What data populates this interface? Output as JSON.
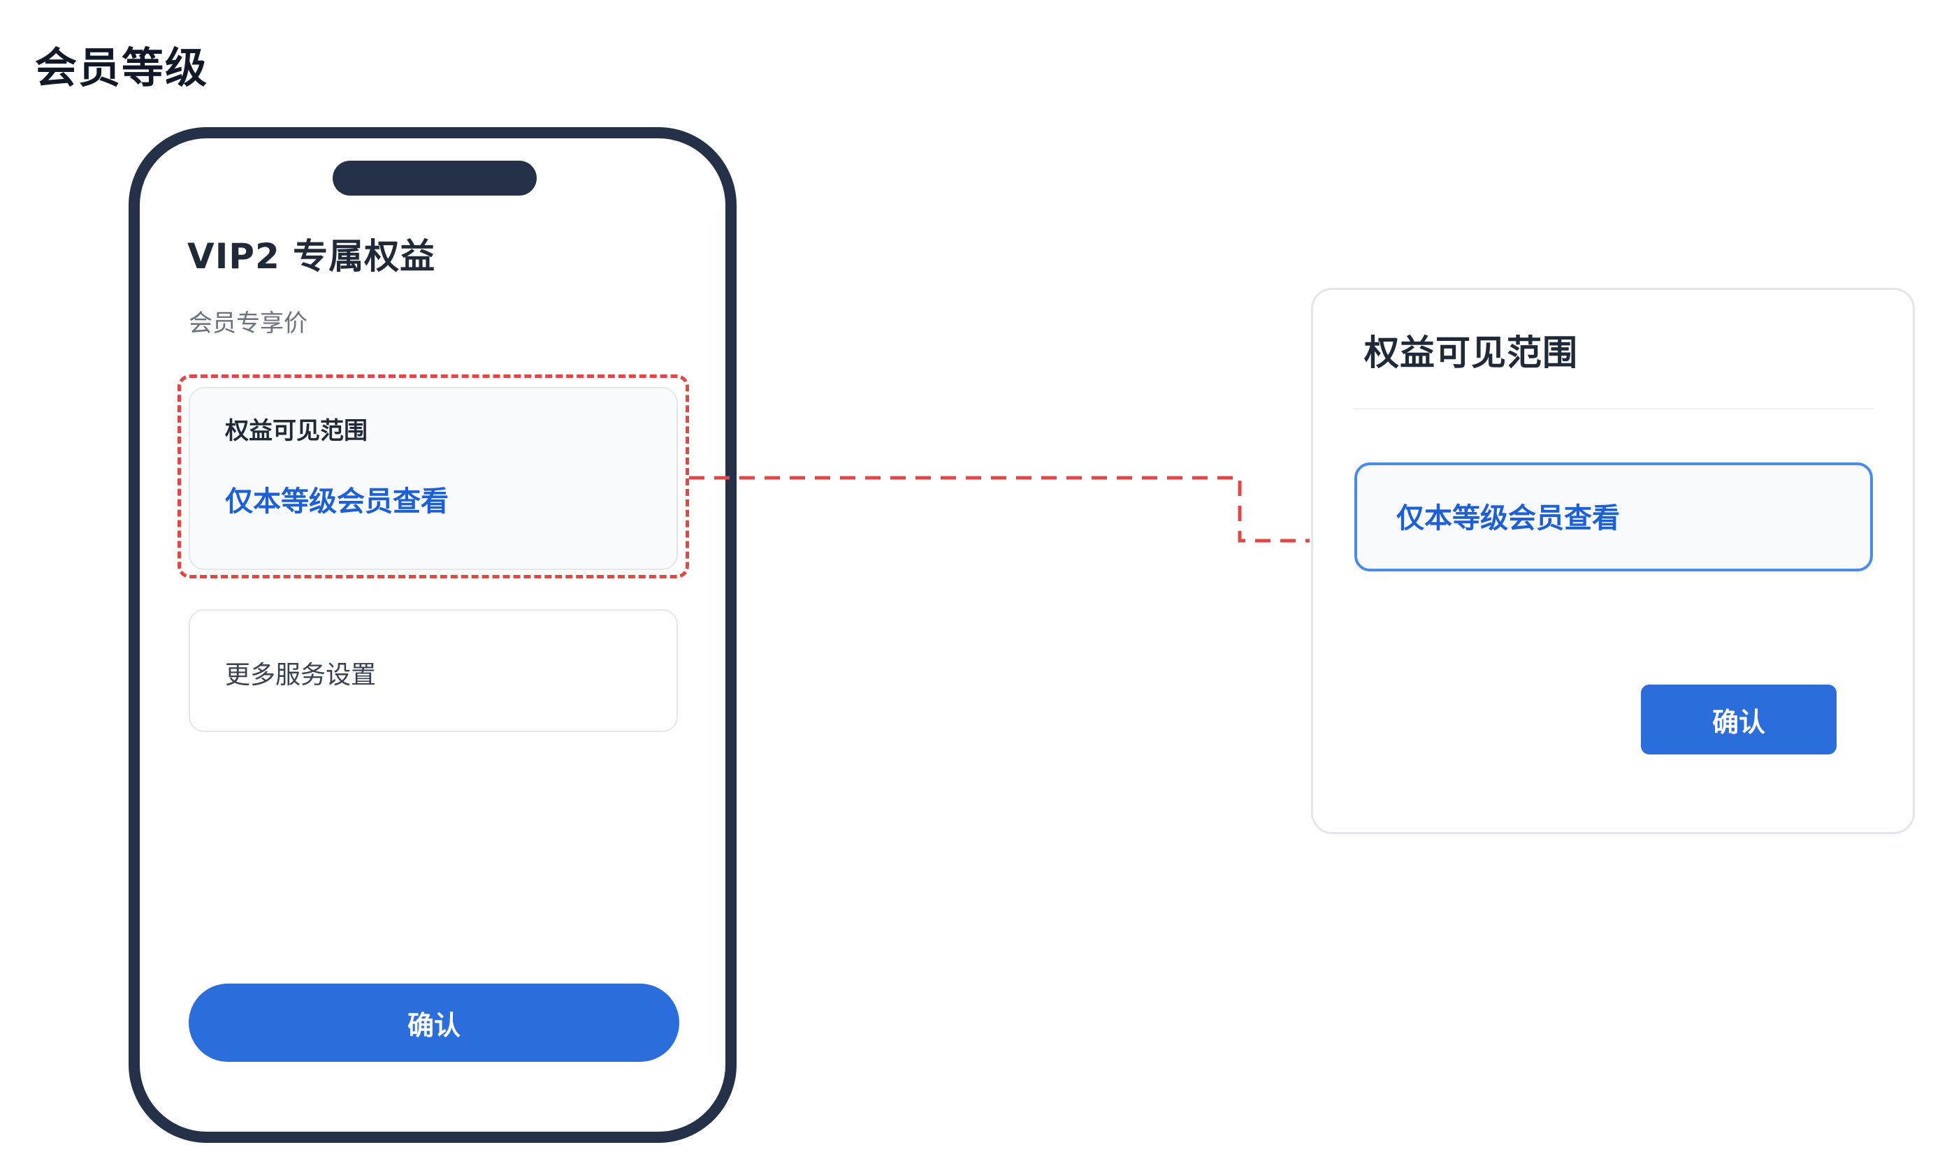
{
  "page": {
    "title": "会员等级"
  },
  "phone": {
    "title": "VIP2 专属权益",
    "subtitle": "会员专享价",
    "visibility_card": {
      "title": "权益可见范围",
      "value": "仅本等级会员查看"
    },
    "more_services_label": "更多服务设置",
    "confirm_label": "确认"
  },
  "dialog": {
    "title": "权益可见范围",
    "selected_option": "仅本等级会员查看",
    "confirm_label": "确认"
  },
  "colors": {
    "phone_frame": "#243148",
    "accent_blue": "#2a6ddb",
    "link_blue": "#1d5fd6",
    "highlight_red": "#e04848"
  }
}
